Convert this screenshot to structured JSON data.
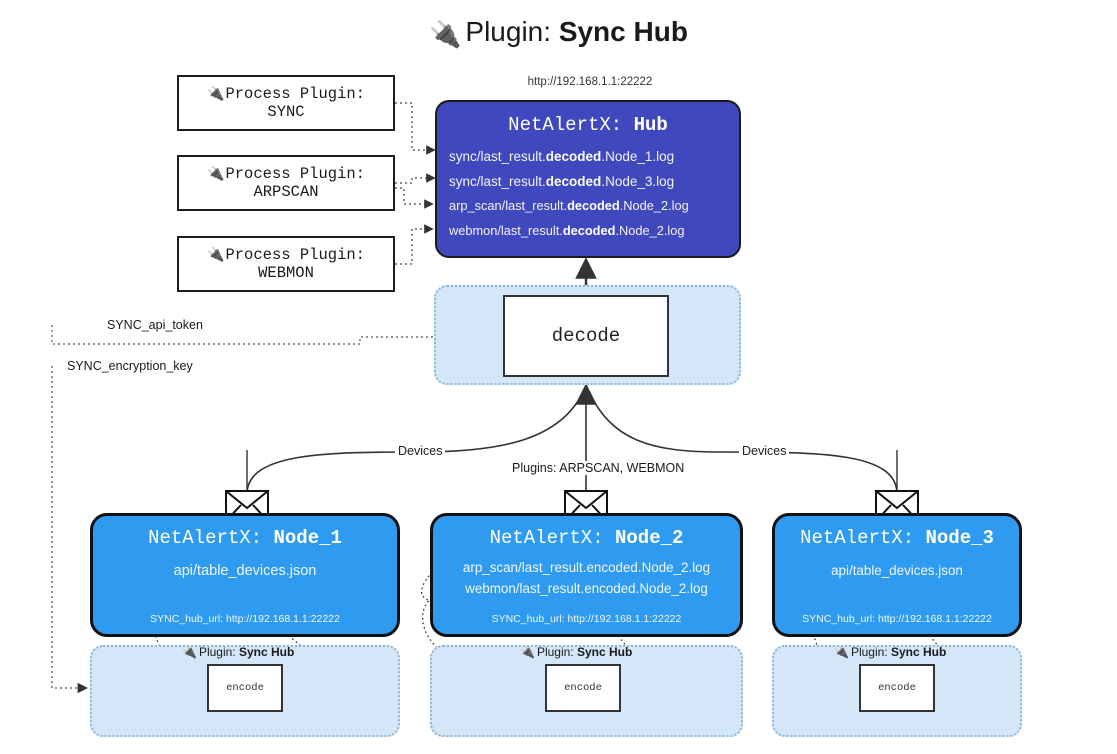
{
  "header": {
    "plug_icon": "plug-icon",
    "label": "Plugin:",
    "name": "Sync Hub"
  },
  "hub": {
    "url": "http://192.168.1.1:22222",
    "title_prefix": "NetAlertX: ",
    "title_name": "Hub",
    "logs": [
      {
        "pre": "sync/last_result.",
        "mid": "decoded",
        "post": ".Node_1.log"
      },
      {
        "pre": "sync/last_result.",
        "mid": "decoded",
        "post": ".Node_3.log"
      },
      {
        "pre": "arp_scan/last_result.",
        "mid": "decoded",
        "post": ".Node_2.log"
      },
      {
        "pre": "webmon/last_result.",
        "mid": "decoded",
        "post": ".Node_2.log"
      }
    ]
  },
  "process_plugins": [
    {
      "label": "Process Plugin:",
      "name": "SYNC"
    },
    {
      "label": "Process Plugin:",
      "name": "ARPSCAN"
    },
    {
      "label": "Process Plugin:",
      "name": "WEBMON"
    }
  ],
  "decode": {
    "label": "decode"
  },
  "edge_labels": {
    "api_token": "SYNC_api_token",
    "encryption_key": "SYNC_encryption_key",
    "devices_left": "Devices",
    "devices_right": "Devices",
    "plugins_mid": "Plugins: ARPSCAN, WEBMON"
  },
  "nodes": [
    {
      "title_prefix": "NetAlertX: ",
      "title_name": "Node_1",
      "lines": [
        "api/table_devices.json"
      ],
      "hub_url_label": "SYNC_hub_url: http://192.168.1.1:22222",
      "envelope_icon": "envelope-icon"
    },
    {
      "title_prefix": "NetAlertX: ",
      "title_name": "Node_2",
      "lines": [
        "arp_scan/last_result.encoded.Node_2.log",
        "webmon/last_result.encoded.Node_2.log"
      ],
      "hub_url_label": "SYNC_hub_url: http://192.168.1.1:22222",
      "envelope_icon": "envelope-icon"
    },
    {
      "title_prefix": "NetAlertX: ",
      "title_name": "Node_3",
      "lines": [
        "api/table_devices.json"
      ],
      "hub_url_label": "SYNC_hub_url: http://192.168.1.1:22222",
      "envelope_icon": "envelope-icon"
    }
  ],
  "encoders": [
    {
      "plugin_label": "Plugin:",
      "plugin_name": "Sync Hub",
      "box_label": "encode"
    },
    {
      "plugin_label": "Plugin:",
      "plugin_name": "Sync Hub",
      "box_label": "encode"
    },
    {
      "plugin_label": "Plugin:",
      "plugin_name": "Sync Hub",
      "box_label": "encode"
    }
  ],
  "colors": {
    "hub": "#4048bd",
    "node": "#2e9bf0",
    "container": "#d3e7f8",
    "container_border": "#8fb6d4",
    "stroke": "#333333"
  }
}
